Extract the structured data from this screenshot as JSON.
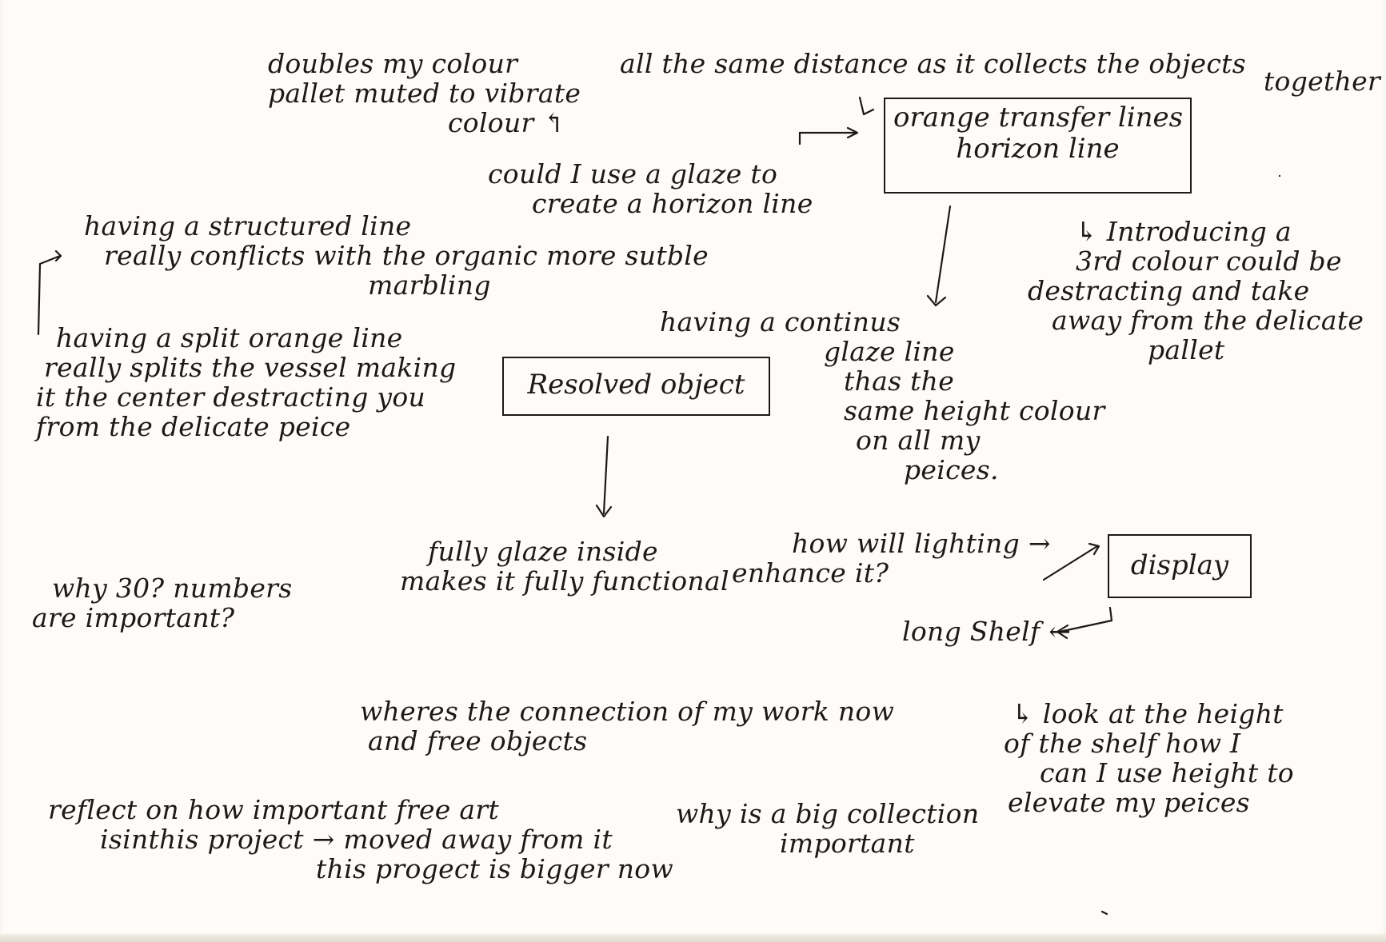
{
  "notes": {
    "doubles_colour": [
      "doubles my colour",
      "pallet muted to vibrate",
      "colour ↰"
    ],
    "same_distance": [
      "all the same distance as it collects the objects"
    ],
    "together": [
      "together"
    ],
    "glaze_horizon": [
      "could I use a glaze to",
      "create a horizon line"
    ],
    "structured_line": [
      "having a structured line",
      "really conflicts with the organic more sutble",
      "marbling"
    ],
    "introducing": [
      "↳ Introducing a",
      "3rd colour could be",
      "destracting and take",
      "away from the delicate",
      "pallet"
    ],
    "split_line": [
      "having a split orange line",
      "really splits the vessel making",
      "it the center destracting you",
      "from the delicate peice"
    ],
    "continus": [
      "having a continus",
      "glaze line",
      "thas the",
      "same height colour",
      "on all my",
      "peices."
    ],
    "why_30": [
      "why 30? numbers",
      "are important?"
    ],
    "fully_glaze": [
      "fully glaze inside",
      "makes it fully functional"
    ],
    "lighting": [
      "how will lighting →",
      "enhance it?"
    ],
    "long_shelf": [
      "long Shelf ←"
    ],
    "connection": [
      "wheres the connection of my work now",
      "and free objects"
    ],
    "look_height": [
      "↳ look at the height",
      "of the shelf how I",
      "can I use height to",
      "elevate my peices"
    ],
    "reflect": [
      "reflect on how important free art",
      "isinthis project → moved away from it",
      "this progect is bigger now"
    ],
    "big_collection": [
      "why is a big collection",
      "important"
    ]
  },
  "boxes": {
    "orange_transfer": [
      "orange transfer lines",
      "horizon line"
    ],
    "resolved_object": [
      "Resolved object"
    ],
    "display": [
      "display"
    ]
  },
  "colors": {
    "paper": "#fdfcf9",
    "ink": "#1c1a18"
  }
}
